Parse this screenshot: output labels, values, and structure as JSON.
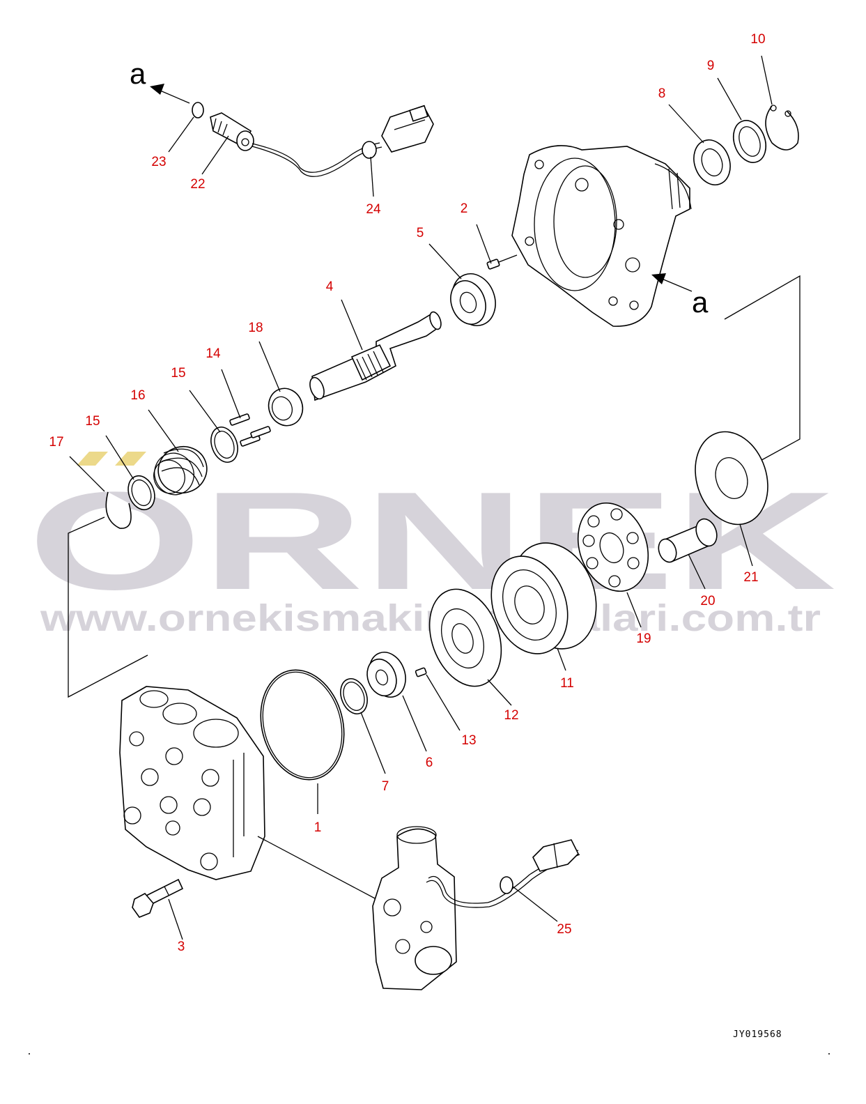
{
  "watermark": {
    "brand": "ORNEK",
    "url": "www.ornekismakinaparcalari.com.tr"
  },
  "view_markers": [
    "a",
    "a"
  ],
  "parts": [
    "1",
    "2",
    "3",
    "4",
    "5",
    "6",
    "7",
    "8",
    "9",
    "10",
    "11",
    "12",
    "13",
    "14",
    "15",
    "15",
    "16",
    "17",
    "18",
    "19",
    "20",
    "21",
    "22",
    "23",
    "24",
    "25"
  ],
  "drawing_code": "JY019568",
  "colors": {
    "label": "#d40000",
    "line": "#000000",
    "watermark": "#d6d3da"
  }
}
